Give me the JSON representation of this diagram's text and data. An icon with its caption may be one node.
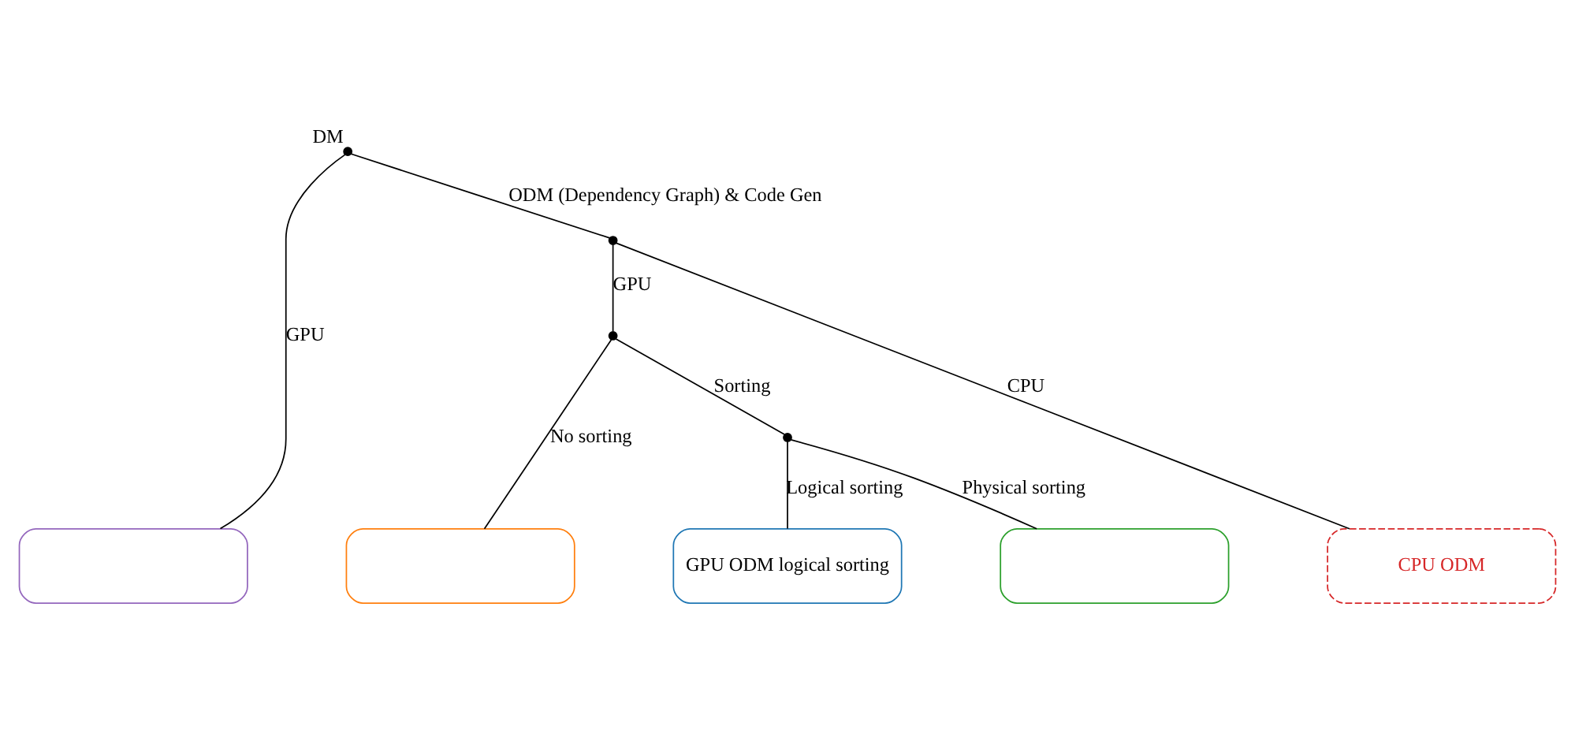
{
  "diagram": {
    "nodes": [
      {
        "text": [],
        "shape": "circle",
        "beside": [
          "DM"
        ]
      },
      {
        "text": [],
        "shape": "circle"
      },
      {
        "text": [],
        "shape": "circle"
      },
      {
        "text": [],
        "shape": "circle"
      },
      {
        "text": [],
        "shape": "box"
      },
      {
        "text": [],
        "shape": "box"
      },
      {
        "text": [
          "GPU ODM logical sorting"
        ]
      },
      {
        "text": [],
        "shape": "box"
      },
      {
        "text": [
          "CPU ODM"
        ]
      }
    ],
    "edges": [
      {
        "from": 0,
        "to": 4,
        "arrow": "none",
        "label": "GPU"
      },
      {
        "from": 0,
        "to": 1,
        "arrow": "none",
        "label": "ODM (Dependency Graph) & Code Gen"
      },
      {
        "from": 1,
        "to": 2,
        "arrow": "none",
        "label": "GPU"
      },
      {
        "from": 1,
        "to": 8,
        "arrow": "none",
        "label": "CPU"
      },
      {
        "from": 2,
        "to": 5,
        "arrow": "none",
        "label": "No sorting"
      },
      {
        "from": 2,
        "to": 3,
        "arrow": "none",
        "label": "Sorting"
      },
      {
        "from": 3,
        "to": 6,
        "arrow": "none",
        "label": "Logical sorting"
      },
      {
        "from": 3,
        "to": 7,
        "arrow": "none",
        "label": "Physical sorting"
      }
    ]
  }
}
